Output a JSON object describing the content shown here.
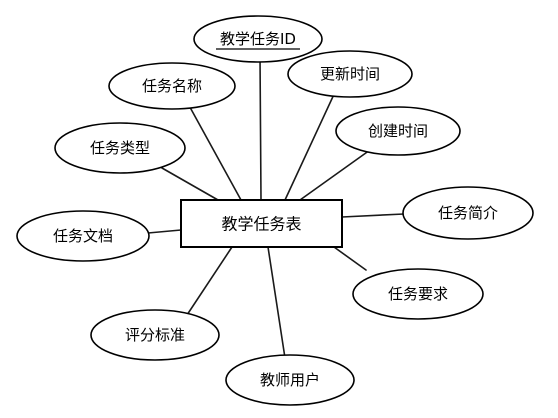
{
  "entity": {
    "name": "教学任务表"
  },
  "attributes": [
    {
      "id": "task-id",
      "label": "教学任务ID",
      "primary_key": true
    },
    {
      "id": "task-name",
      "label": "任务名称",
      "primary_key": false
    },
    {
      "id": "update-time",
      "label": "更新时间",
      "primary_key": false
    },
    {
      "id": "task-type",
      "label": "任务类型",
      "primary_key": false
    },
    {
      "id": "create-time",
      "label": "创建时间",
      "primary_key": false
    },
    {
      "id": "task-doc",
      "label": "任务文档",
      "primary_key": false
    },
    {
      "id": "task-intro",
      "label": "任务简介",
      "primary_key": false
    },
    {
      "id": "grading-standard",
      "label": "评分标准",
      "primary_key": false
    },
    {
      "id": "task-requirement",
      "label": "任务要求",
      "primary_key": false
    },
    {
      "id": "teacher-user",
      "label": "教师用户",
      "primary_key": false
    }
  ]
}
